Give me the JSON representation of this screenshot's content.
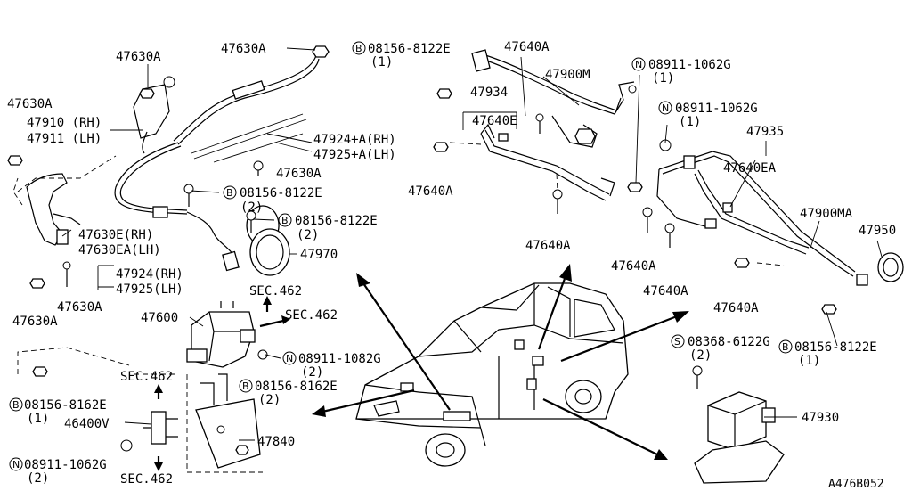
{
  "diagram_id": "A476B052",
  "symbols": {
    "bolt": "B",
    "nut": "N",
    "screw": "S"
  },
  "labels": {
    "p47630a_top1": "47630A",
    "p47630a_top2": "47630A",
    "p47630a_left": "47630A",
    "p47910": "47910 (RH)",
    "p47911": "47911 (LH)",
    "p47924a": "47924+A(RH)",
    "p47925a": "47925+A(LH)",
    "p47630a_mid": "47630A",
    "b08156_8122e_1": "08156-8122E",
    "b08156_8122e_1_qty": "(2)",
    "b08156_8122e_2": "08156-8122E",
    "b08156_8122e_2_qty": "(2)",
    "p47630e": "47630E(RH)",
    "p47630ea": "47630EA(LH)",
    "p47924": "47924(RH)",
    "p47925": "47925(LH)",
    "p47970": "47970",
    "p47630a_bl1": "47630A",
    "p47630a_bl2": "47630A",
    "sec462_a": "SEC.462",
    "sec462_b": "SEC.462",
    "p47600": "47600",
    "n08911_1082g": "08911-1082G",
    "n08911_1082g_qty": "(2)",
    "sec462_c": "SEC.462",
    "b08156_8162e_l": "08156-8162E",
    "b08156_8162e_l_qty": "(1)",
    "p46400v": "46400V",
    "n08911_1062g_l": "08911-1062G",
    "n08911_1062g_l_qty": "(2)",
    "sec462_d": "SEC.462",
    "b08156_8162e_m": "08156-8162E",
    "b08156_8162e_m_qty": "(2)",
    "p47840": "47840",
    "b08156_8122e_top": "08156-8122E",
    "b08156_8122e_top_qty": "(1)",
    "p47640a_top": "47640A",
    "p47900m": "47900M",
    "p47934": "47934",
    "p47640e": "47640E",
    "n08911_1062g_t": "08911-1062G",
    "n08911_1062g_t_qty": "(1)",
    "n08911_1062g_r": "08911-1062G",
    "n08911_1062g_r_qty": "(1)",
    "p47935": "47935",
    "p47640ea": "47640EA",
    "p47640a_m1": "47640A",
    "p47640a_m2": "47640A",
    "p47900ma": "47900MA",
    "p47950": "47950",
    "p47640a_r1": "47640A",
    "p47640a_r2": "47640A",
    "p47640a_r3": "47640A",
    "s08368_6122g": "08368-6122G",
    "s08368_6122g_qty": "(2)",
    "b08156_8122e_r": "08156-8122E",
    "b08156_8122e_r_qty": "(1)",
    "p47930": "47930"
  }
}
